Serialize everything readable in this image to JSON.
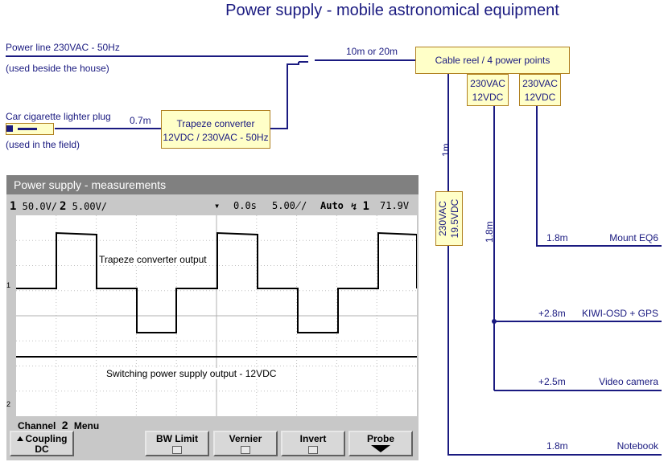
{
  "title": "Power supply - mobile astronomical equipment",
  "inputs": {
    "power_line": "Power line 230VAC - 50Hz",
    "power_line_note": "(used beside the house)",
    "car_plug": "Car cigarette lighter plug",
    "car_plug_note": "(used in the field)",
    "car_cable_length": "0.7m",
    "reel_cable_length": "10m or 20m"
  },
  "converter": {
    "line1": "Trapeze converter",
    "line2": "12VDC / 230VAC - 50Hz"
  },
  "cable_reel": {
    "label": "Cable reel / 4 power points"
  },
  "adapters": [
    {
      "line1": "230VAC",
      "line2": "12VDC"
    },
    {
      "line1": "230VAC",
      "line2": "12VDC"
    }
  ],
  "notebook_adapter": {
    "line1": "230VAC",
    "line2": "19.5VDC"
  },
  "cable_labels": {
    "reel_to_notebook_adapter": "1m",
    "camera_adapter_lead": "1.8m"
  },
  "devices": [
    {
      "length": "1.8m",
      "name": "Mount EQ6"
    },
    {
      "length": "+2.8m",
      "name": "KIWI-OSD + GPS"
    },
    {
      "length": "+2.5m",
      "name": "Video camera"
    },
    {
      "length": "1.8m",
      "name": "Notebook"
    }
  ],
  "scope": {
    "title": "Power supply - measurements",
    "ch1_num": "1",
    "ch1_scale": "50.0V/",
    "ch2_num": "2",
    "ch2_scale": "5.00V/",
    "time_offset": "0.0s",
    "time_base": "5.00̸/",
    "trigger_mode": "Auto",
    "trigger_ch": "1",
    "trigger_level": "71.9V",
    "trace1_label": "Trapeze converter output",
    "trace2_label": "Switching power supply output - 12VDC",
    "menu_channel": "Channel",
    "menu_num": "2",
    "menu_word": "Menu",
    "softkeys": [
      {
        "line1": "Coupling",
        "line2": "DC"
      },
      {
        "line1": "BW Limit"
      },
      {
        "line1": "Vernier"
      },
      {
        "line1": "Invert"
      },
      {
        "line1": "Probe"
      }
    ],
    "colors": {
      "frame": "#c8c8c8",
      "title_bar": "#808080",
      "grid": "#c0c0c0",
      "trace": "#000000"
    }
  },
  "colors": {
    "wire": "#1a1a80",
    "box_fill": "#ffffc8",
    "box_border": "#b08020",
    "text": "#1a1a80"
  }
}
